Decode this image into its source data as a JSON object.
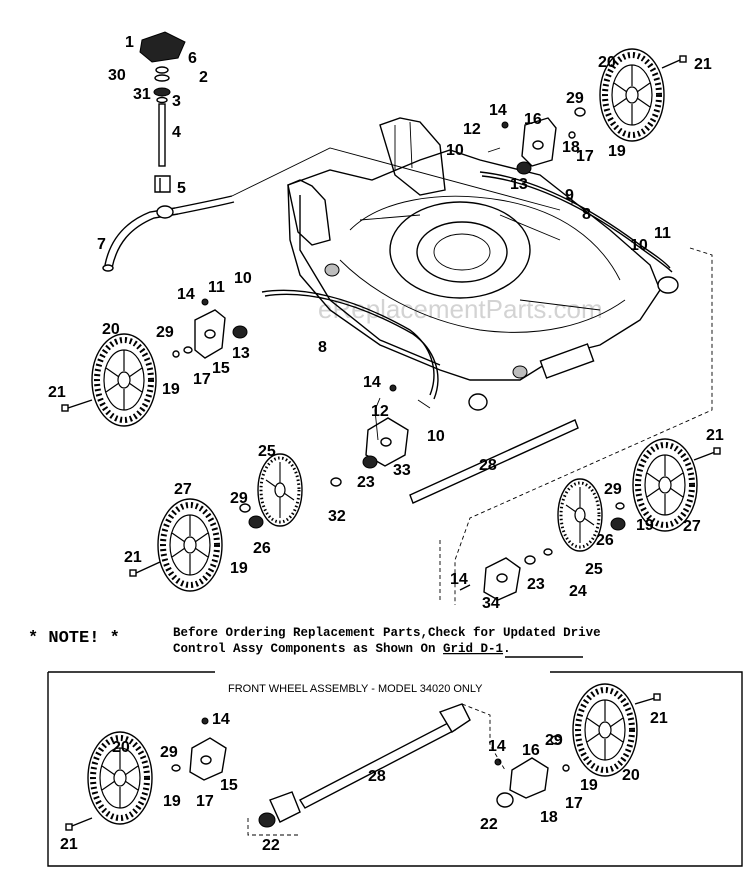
{
  "watermark": "eReplacementParts.com",
  "note": {
    "marker": "* NOTE! *",
    "line1": "Before Ordering Replacement Parts,Check for Updated Drive",
    "line2_prefix": "Control Assy Components as Shown On ",
    "line2_ref": "Grid D-1",
    "line2_suffix": "."
  },
  "inset": {
    "title": "FRONT WHEEL ASSEMBLY - MODEL 34020 ONLY"
  },
  "main_callouts": [
    "1",
    "6",
    "30",
    "2",
    "31",
    "3",
    "4",
    "5",
    "7",
    "14",
    "12",
    "16",
    "10",
    "13",
    "18",
    "17",
    "19",
    "9",
    "8",
    "29",
    "20",
    "21",
    "11",
    "10",
    "14",
    "11",
    "10",
    "20",
    "29",
    "13",
    "15",
    "21",
    "19",
    "17",
    "8",
    "14",
    "12",
    "10",
    "25",
    "23",
    "33",
    "28",
    "27",
    "29",
    "32",
    "26",
    "21",
    "19",
    "21",
    "29",
    "27",
    "26",
    "19",
    "25",
    "14",
    "23",
    "24",
    "34"
  ],
  "inset_callouts": [
    "14",
    "20",
    "29",
    "15",
    "19",
    "17",
    "21",
    "28",
    "22",
    "14",
    "16",
    "29",
    "21",
    "20",
    "19",
    "17",
    "18",
    "22"
  ]
}
